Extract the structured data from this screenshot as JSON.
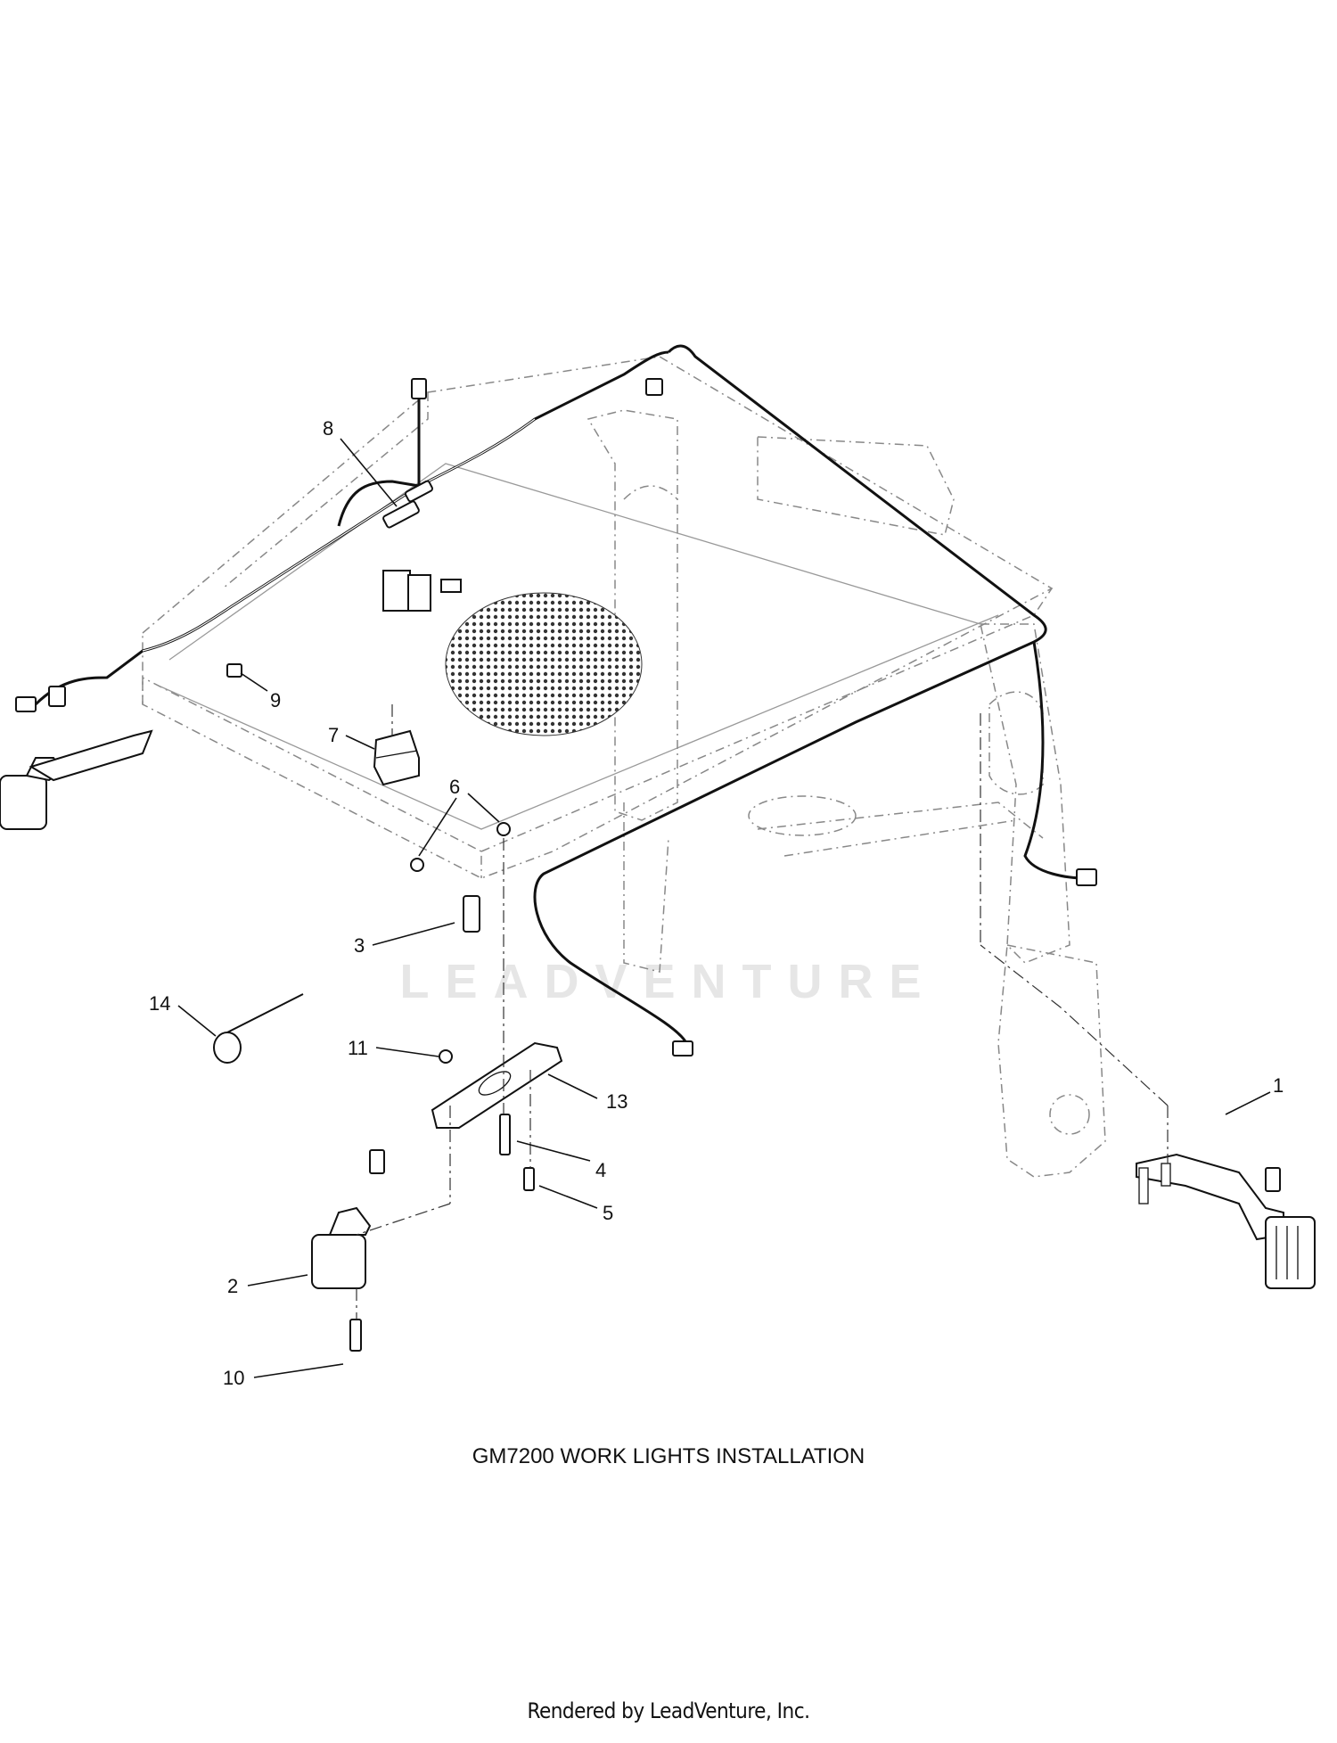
{
  "diagram": {
    "title": "GM7200 WORK LIGHTS INSTALLATION",
    "footer": "Rendered by LeadVenture, Inc.",
    "watermark": "LEADVENTURE",
    "callouts": [
      {
        "id": "1",
        "label": "1"
      },
      {
        "id": "2",
        "label": "2"
      },
      {
        "id": "3",
        "label": "3"
      },
      {
        "id": "4",
        "label": "4"
      },
      {
        "id": "5",
        "label": "5"
      },
      {
        "id": "6",
        "label": "6"
      },
      {
        "id": "7",
        "label": "7"
      },
      {
        "id": "8",
        "label": "8"
      },
      {
        "id": "9",
        "label": "9"
      },
      {
        "id": "10",
        "label": "10"
      },
      {
        "id": "11",
        "label": "11"
      },
      {
        "id": "13",
        "label": "13"
      },
      {
        "id": "14",
        "label": "14"
      }
    ],
    "colors": {
      "ink": "#111111",
      "frame": "#888888",
      "watermark": "#e6e6e6"
    }
  }
}
